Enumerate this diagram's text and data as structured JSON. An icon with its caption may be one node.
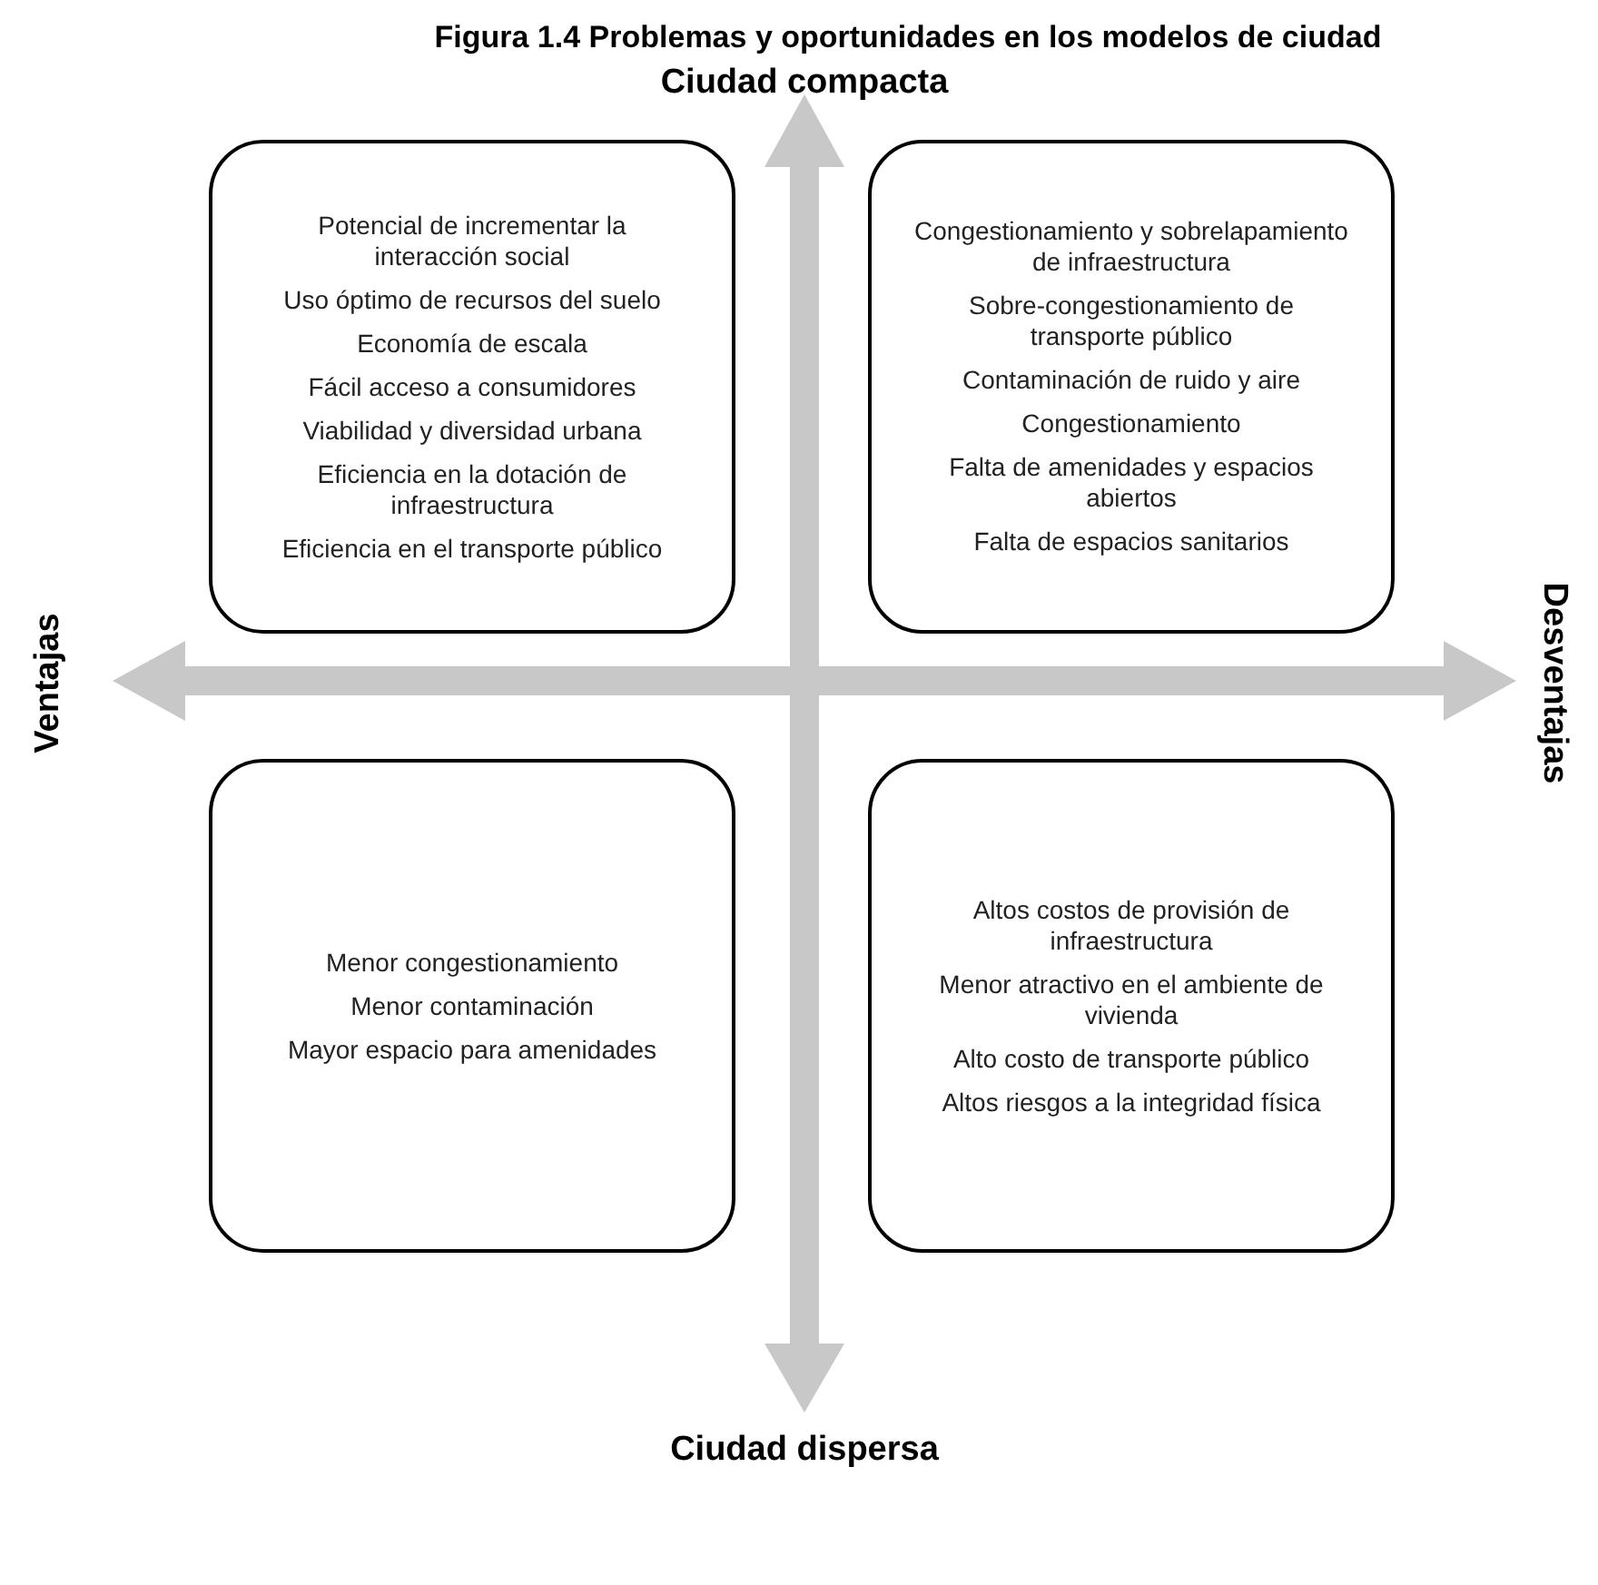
{
  "diagram": {
    "title": "Figura 1.4 Problemas y oportunidades en los modelos de ciudad",
    "nodes": [
      {
        "text": [
          "Potencial de incrementar la interacción social",
          "Uso óptimo de recursos del suelo",
          "Economía de escala",
          "Fácil acceso a consumidores",
          "Viabilidad y diversidad urbana",
          "Eficiencia en la dotación de infraestructura",
          "Eficiencia en el transporte público"
        ]
      },
      {
        "text": [
          "Congestionamiento y sobrelapamiento de infraestructura",
          "Sobre-congestionamiento de transporte público",
          "Contaminación de ruido y aire",
          "Congestionamiento",
          "Falta de amenidades y espacios abiertos",
          "Falta de espacios sanitarios"
        ]
      },
      {
        "text": [
          "Menor congestionamiento",
          "Menor contaminación",
          "Mayor espacio para amenidades"
        ]
      },
      {
        "text": [
          "Altos costos de provisión de infraestructura",
          "Menor atractivo en el ambiente de vivienda",
          "Alto costo de transporte público",
          "Altos riesgos a la integridad física"
        ]
      }
    ],
    "labels": [
      "Ciudad compacta",
      "Ventajas",
      "Desventajas",
      "Ciudad dispersa"
    ]
  }
}
